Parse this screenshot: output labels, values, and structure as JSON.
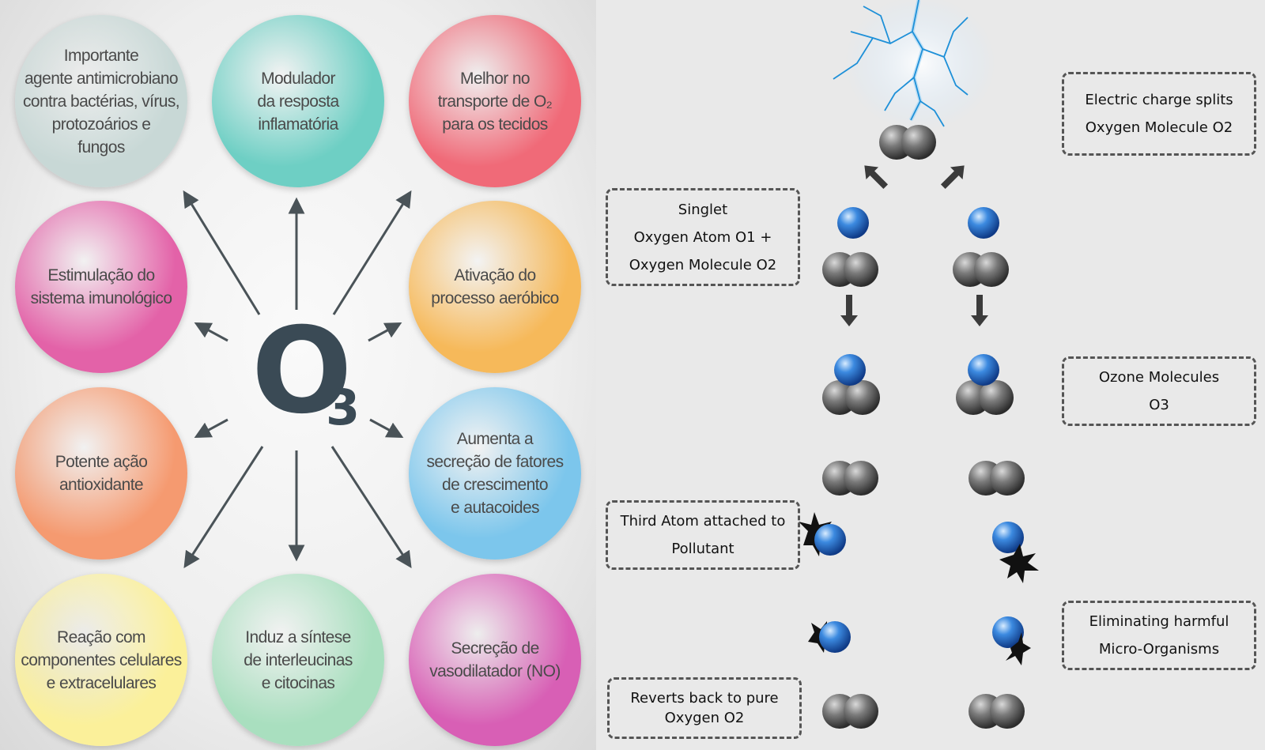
{
  "left_panel": {
    "center_label": {
      "main": "O",
      "sub": "3"
    },
    "benefits": [
      {
        "text": "Importante\nagente antimicrobiano\ncontra bactérias, vírus,\nprotozoários e\nfungos",
        "color": "#c8d8d6"
      },
      {
        "text": "Modulador\nda resposta\ninflamatória",
        "color": "#6ecfc4"
      },
      {
        "text": "Melhor no\ntransporte de O₂\npara os tecidos",
        "color": "#f06a78"
      },
      {
        "text": "Estimulação do\nsistema imunológico",
        "color": "#e362a8"
      },
      {
        "text": "Ativação do\nprocesso aeróbico",
        "color": "#f6b95a"
      },
      {
        "text": "Potente ação\nantioxidante",
        "color": "#f59a70"
      },
      {
        "text": "Aumenta a\nsecreção de fatores\nde crescimento\ne autacoides",
        "color": "#7cc6ec"
      },
      {
        "text": "Reação com\ncomponentes celulares\ne extracelulares",
        "color": "#fbf09a"
      },
      {
        "text": "Induz a síntese\nde interleucinas\ne citocinas",
        "color": "#a9dfbf"
      },
      {
        "text": "Secreção de\nvasodilatador (NO)",
        "color": "#d85fb5"
      }
    ]
  },
  "right_panel": {
    "callouts": {
      "electric": [
        "Electric charge splits",
        "Oxygen Molecule O2"
      ],
      "singlet": [
        "Singlet",
        "Oxygen Atom O1 +",
        "Oxygen Molecule O2"
      ],
      "ozone": [
        "Ozone Molecules",
        "O3"
      ],
      "third_atom": [
        "Third Atom attached to",
        "Pollutant"
      ],
      "eliminating": [
        "Eliminating harmful",
        "Micro-Organisms"
      ],
      "reverts": [
        "Reverts back to pure",
        "Oxygen O2"
      ]
    },
    "colors": {
      "oxygen_atom": "#2f6fc4",
      "molecule_atom": "#6a6a6a",
      "arrow": "#3b3b3b"
    }
  }
}
